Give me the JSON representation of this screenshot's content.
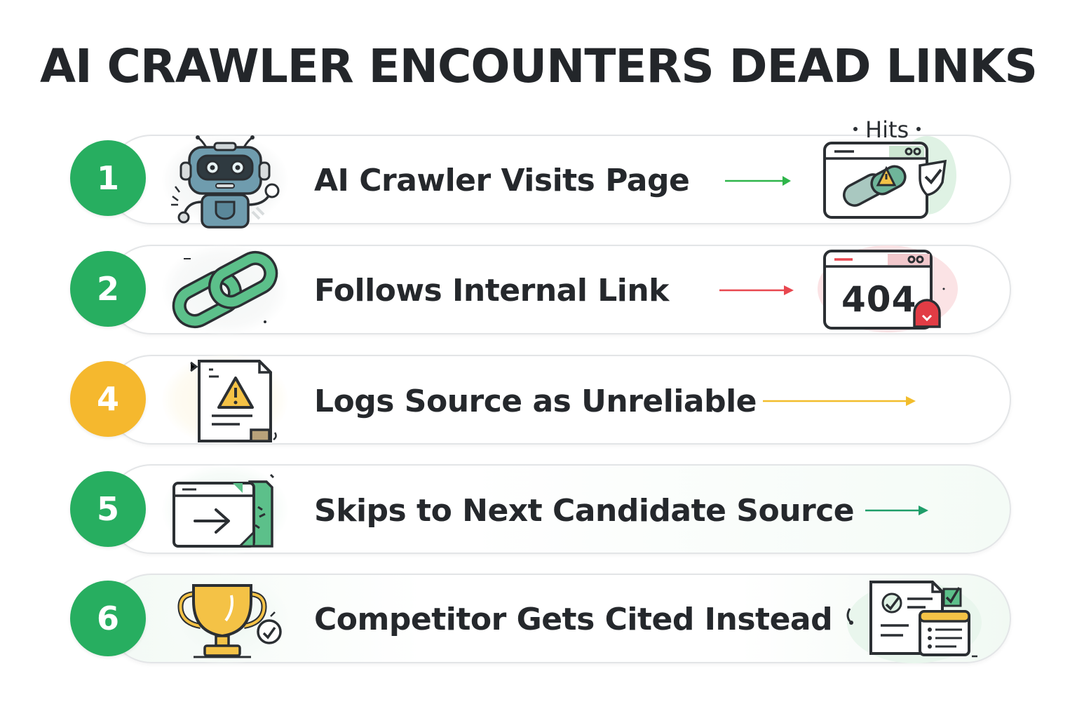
{
  "title": "AI CRAWLER ENCOUNTERS DEAD LINKS",
  "colors": {
    "green": "#27ae60",
    "red": "#e74c4c",
    "yellow": "#f5b82e",
    "teal": "#1f9e6a",
    "outline": "#2b2f33"
  },
  "steps": [
    {
      "number": "1",
      "label": "AI Crawler Visits Page",
      "icon": "robot-icon",
      "result_icon": "broken-link-browser-icon",
      "result_caption": "Hits",
      "arrow_color": "#2fb54a"
    },
    {
      "number": "2",
      "label": "Follows Internal Link",
      "icon": "chain-link-icon",
      "result_icon": "error-404-browser-icon",
      "result_text": "404",
      "arrow_color": "#e8474f"
    },
    {
      "number": "4",
      "label": "Logs Source as Unreliable",
      "icon": "warning-document-icon",
      "arrow_color": "#f2bd2c"
    },
    {
      "number": "5",
      "label": "Skips to Next Candidate Source",
      "icon": "skip-window-icon",
      "arrow_color": "#1f9e6a"
    },
    {
      "number": "6",
      "label": "Competitor Gets Cited Instead",
      "icon": "trophy-icon",
      "result_icon": "cited-documents-icon"
    }
  ]
}
